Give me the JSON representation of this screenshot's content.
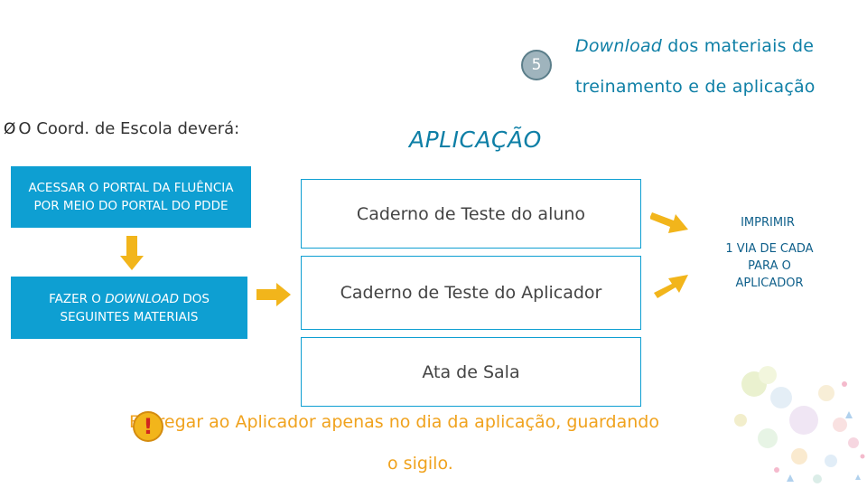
{
  "step": {
    "number": "5",
    "line1_italic": "Download",
    "line1_rest": " dos materiais de",
    "line2": "treinamento e de aplicação"
  },
  "coord": {
    "bullet": "Ø",
    "text": "O Coord. de Escola deverá:"
  },
  "section_title": "APLICAÇÃO",
  "left_boxes": {
    "box1": "ACESSAR O PORTAL DA FLUÊNCIA POR MEIO DO PORTAL DO PDDE",
    "box2_pre": "FAZER O ",
    "box2_italic": "DOWNLOAD",
    "box2_post": " DOS SEGUINTES MATERIAIS"
  },
  "materials": [
    "Caderno de Teste do aluno",
    "Caderno de Teste do Aplicador",
    "Ata de Sala"
  ],
  "side_notes": {
    "print": "IMPRIMIR",
    "copies": "1 VIA DE CADA PARA O APLICADOR"
  },
  "note": {
    "line1": "Entregar ao Aplicador apenas no dia da aplicação, guardando",
    "line2": "o sigilo.",
    "alert_symbol": "!"
  },
  "colors": {
    "accent_blue": "#0e9fd2",
    "title_blue": "#0e7fa6",
    "arrow_yellow": "#f2b51b",
    "note_orange": "#f0a21d"
  },
  "icons": {
    "down_arrow": "down-arrow-icon",
    "right_arrow": "right-arrow-icon",
    "diagonal_arrow": "diagonal-arrow-icon",
    "alert": "exclamation-icon"
  }
}
